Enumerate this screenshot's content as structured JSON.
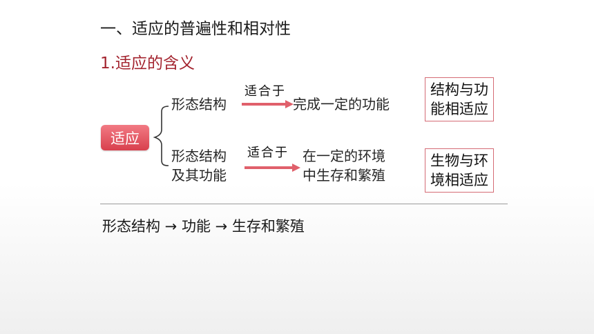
{
  "heading": "一、适应的普遍性和相对性",
  "subheading": "1.适应的含义",
  "root": "适应",
  "branch1": {
    "subject": "形态结构",
    "relation": "适合于",
    "object": "完成一定的功能",
    "tag_line1": "结构与功",
    "tag_line2": "能相适应"
  },
  "branch2": {
    "subject_line1": "形态结构",
    "subject_line2": "及其功能",
    "relation": "适合于",
    "object_line1": "在一定的环境",
    "object_line2": "中生存和繁殖",
    "tag_line1": "生物与环",
    "tag_line2": "境相适应"
  },
  "summary": "形态结构 → 功能 → 生存和繁殖",
  "colors": {
    "title_red": "#a3232e",
    "root_fill": "#e05560",
    "arrow": "#e0606b",
    "tag_border": "#d46a74"
  }
}
